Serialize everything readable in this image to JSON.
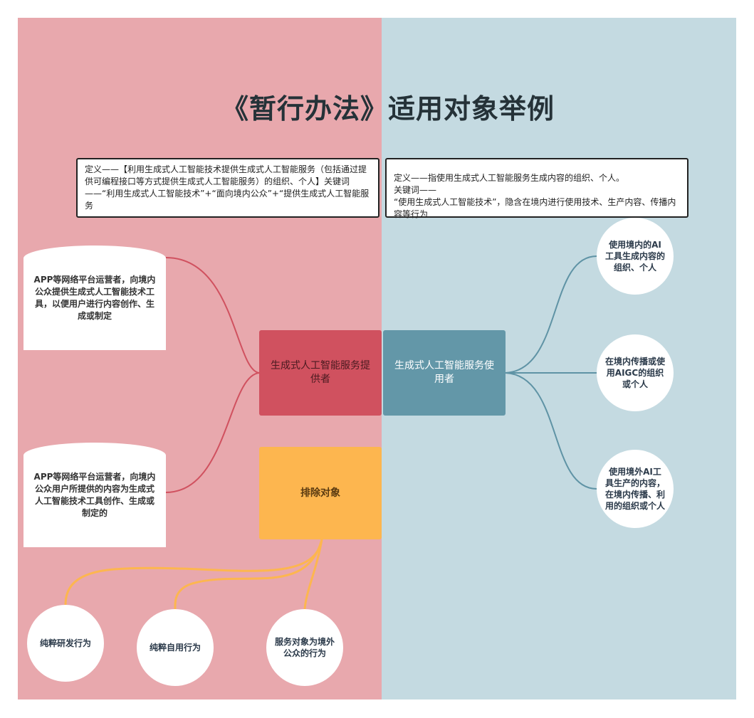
{
  "title": "《暂行办法》适用对象举例",
  "definitions": {
    "provider": "定义——【利用生成式人工智能技术提供生成式人工智能服务（包括通过提供可编程接口等方式提供生成式人工智能服务）的组织、个人】关键词——“利用生成式人工智能技术”+“面向境内公众”+“提供生成式人工智能服务",
    "user_line1": "定义——指使用生成式人工智能服务生成内容的组织、个人。",
    "user_line2": "关键词——",
    "user_line3": "“使用生成式人工智能技术”，隐含在境内进行使用技术、生产内容、传播内容等行为"
  },
  "provider_examples": [
    "APP等网络平台运营者，向境内公众提供生成式人工智能技术工具，以便用户进行内容创作、生成或制定",
    "APP等网络平台运营者，向境内公众用户所提供的内容为生成式人工智能技术工具创作、生成或制定的"
  ],
  "nodes": {
    "provider": "生成式人工智能服务提供者",
    "user": "生成式人工智能服务使用者",
    "exclude": "排除对象"
  },
  "user_examples": [
    "使用境内的AI工具生成内容的组织、个人",
    "在境内传播或使用AIGC的组织或个人",
    "使用境外AI工具生产的内容，在境内传播、利用的组织或个人"
  ],
  "exclusions": [
    "纯粹研发行为",
    "纯粹自用行为",
    "服务对象为境外公众的行为"
  ],
  "colors": {
    "left_panel": "#e8a8ad",
    "right_panel": "#c4dae1",
    "provider": "#d0515f",
    "user": "#6397a8",
    "exclude": "#fdb64f",
    "provider_line": "#d0515f",
    "user_line": "#5f93a5",
    "exclude_line": "#fdb64f"
  }
}
